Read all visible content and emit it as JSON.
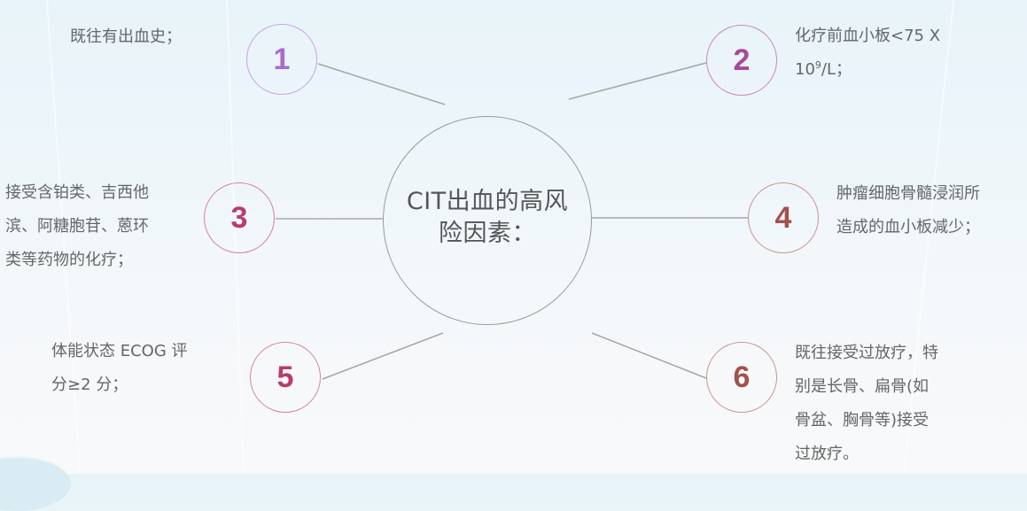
{
  "diagram": {
    "center": {
      "title": "CIT出血的高风险因素："
    },
    "colors": {
      "connector": "#a8a8a8",
      "center_border": "#9a9a9a",
      "text": "#666666"
    },
    "factors": [
      {
        "number": "1",
        "color": "#a86bd0",
        "border": "#c9a3e3",
        "lines": [
          "既往有出血史；"
        ]
      },
      {
        "number": "2",
        "color": "#a8489a",
        "border": "#c987bd",
        "lines": [
          "化疗前血小板<75 X",
          "10",
          "9",
          "/L；"
        ]
      },
      {
        "number": "3",
        "color": "#b83c72",
        "border": "#d67fa3",
        "lines": [
          "接受含铂类、吉西他",
          "滨、阿糖胞苷、蒽环",
          "类等药物的化疗；"
        ]
      },
      {
        "number": "4",
        "color": "#a5504e",
        "border": "#c99592",
        "lines": [
          "肿瘤细胞骨髓浸润所",
          "造成的血小板减少；"
        ]
      },
      {
        "number": "5",
        "color": "#b83c6e",
        "border": "#d683a4",
        "lines": [
          "体能状态 ECOG 评",
          "分≥2 分；"
        ]
      },
      {
        "number": "6",
        "color": "#a5504e",
        "border": "#c99592",
        "lines": [
          "既往接受过放疗，特",
          "别是长骨、扁骨(如",
          "骨盆、胸骨等)接受",
          "过放疗。"
        ]
      }
    ]
  }
}
